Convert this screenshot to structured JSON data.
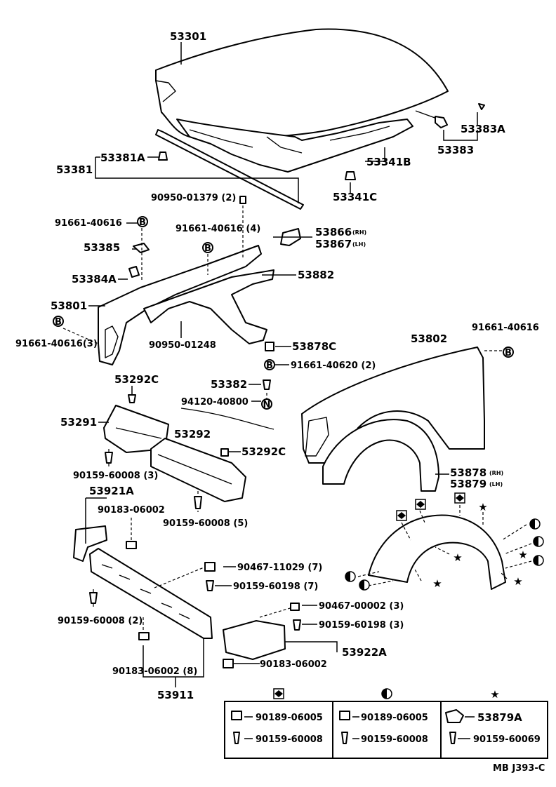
{
  "labels": {
    "hood": "53301",
    "hood_seal_clip": "53381A",
    "hood_seal": "53381",
    "hood_lock_support": "53341B",
    "hood_cushion": "53341C",
    "hood_rod_clip": "53383A",
    "hood_rod": "53383",
    "clip_90950_01379": "90950-01379 (2)",
    "bolt_91661_top_left": "91661-40616",
    "bolt_91661_4": "91661-40616 (4)",
    "bracket_53866": "53866",
    "bracket_53867": "53867",
    "side_rh_a": "(RH)",
    "side_lh_a": "(LH)",
    "seal_53385": "53385",
    "seal_53384a": "53384A",
    "seal_53882": "53882",
    "fender_apron_lh": "53801",
    "bolt_91661_3": "91661-40616(3)",
    "clip_90950_01248": "90950-01248",
    "clip_53878c": "53878C",
    "bolt_91661_40620": "91661-40620 (2)",
    "fender_rh": "53802",
    "bolt_91661_right": "91661-40616",
    "bumper_53382": "53382",
    "nut_94120": "94120-40800",
    "clip_53292c_top": "53292C",
    "cover_53291": "53291",
    "cover_53292": "53292",
    "clip_53292c_right": "53292C",
    "screw_90159_60008_3": "90159-60008 (3)",
    "screw_90159_60008_5": "90159-60008 (5)",
    "liner_53878": "53878",
    "liner_53879": "53879",
    "side_rh_b": "(RH)",
    "side_lh_b": "(LH)",
    "panel_53921a": "53921A",
    "nut_90183_06002_a": "90183-06002",
    "nut_90467_11029": "90467-11029 (7)",
    "screw_90159_60198_7": "90159-60198 (7)",
    "screw_90159_60008_2": "90159-60008 (2)",
    "nut_90467_00002": "90467-00002 (3)",
    "screw_90159_60198_3": "90159-60198 (3)",
    "panel_53922a": "53922A",
    "nut_90183_06002_b": "90183-06002",
    "nut_90183_06002_8": "90183-06002 (8)",
    "panel_53911": "53911"
  },
  "legend": {
    "col1": {
      "row1": "90189-06005",
      "row2": "90159-60008"
    },
    "col2": {
      "row1": "90189-06005",
      "row2": "90159-60008"
    },
    "col3": {
      "row1": "53879A",
      "row2": "90159-60069"
    }
  },
  "legend_icons": [
    "diamond-icon",
    "half-circle-icon",
    "star-icon"
  ],
  "marker_letters": {
    "b": "B",
    "n": "N"
  },
  "diagram_code": "MB J393-C"
}
